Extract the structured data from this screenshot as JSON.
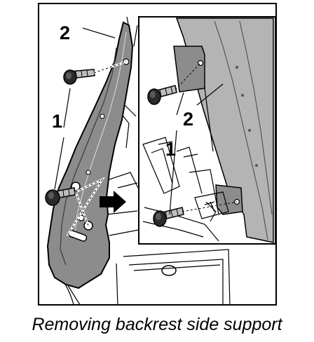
{
  "figure": {
    "callouts": {
      "part_2_main": "2",
      "part_1_main": "1",
      "part_2_inset": "2",
      "part_1_inset": "1"
    }
  },
  "caption": "Removing backrest side support",
  "colors": {
    "ink": "#000000",
    "part_fill": "#8c8c8c",
    "part_shadow": "#6e6e6e",
    "seat_panel": "#b4b4b4",
    "background": "#ffffff"
  }
}
